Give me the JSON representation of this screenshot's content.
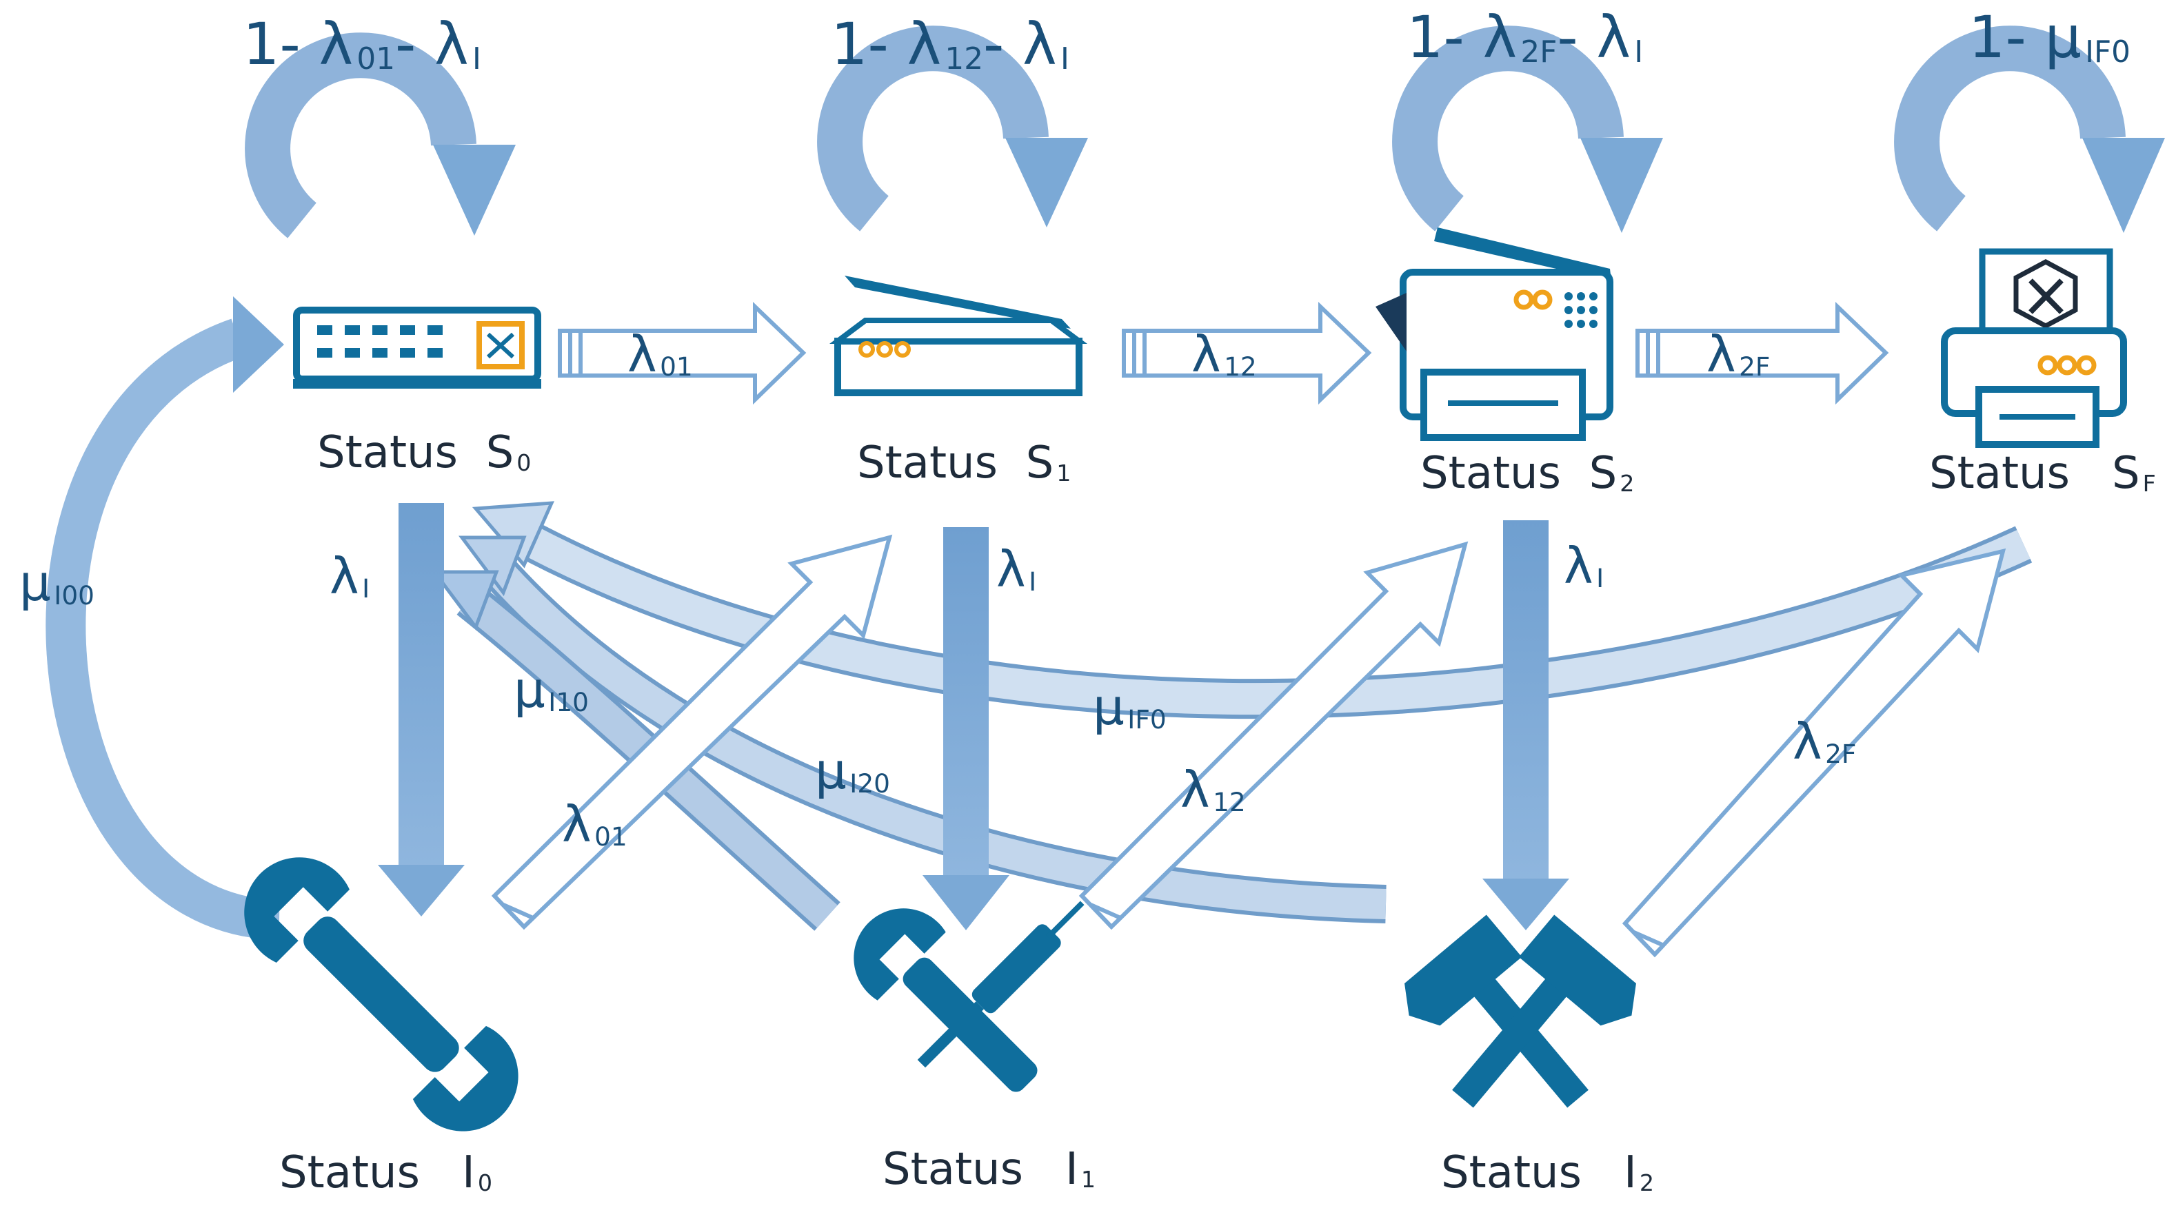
{
  "colors": {
    "primary": "#0f6e9d",
    "orange": "#f0a11a",
    "arrow_fill": "#7ba9d6",
    "arrow_light": "#dbe7f4",
    "arrow_stroke": "#6f9cc9",
    "text": "#1a4f79"
  },
  "states": [
    {
      "id": "S0",
      "label": "Status",
      "sym": "S",
      "sub": "0",
      "icon": "network-switch-icon"
    },
    {
      "id": "S1",
      "label": "Status",
      "sym": "S",
      "sub": "1",
      "icon": "scanner-icon"
    },
    {
      "id": "S2",
      "label": "Status",
      "sym": "S",
      "sub": "2",
      "icon": "copier-icon"
    },
    {
      "id": "SF",
      "label": "Status",
      "sym": "S",
      "sub": "F",
      "icon": "failed-printer-icon"
    },
    {
      "id": "I0",
      "label": "Status",
      "sym": "I",
      "sub": "0",
      "icon": "wrench-icon"
    },
    {
      "id": "I1",
      "label": "Status",
      "sym": "I",
      "sub": "1",
      "icon": "screwdriver-wrench-icon"
    },
    {
      "id": "I2",
      "label": "Status",
      "sym": "I",
      "sub": "2",
      "icon": "hammers-icon"
    }
  ],
  "self_loops": [
    {
      "state": "S0",
      "text": "1- λ",
      "sub1": "01",
      "mid": "- λ",
      "sub2": "I"
    },
    {
      "state": "S1",
      "text": "1- λ",
      "sub1": "12",
      "mid": "- λ",
      "sub2": "I"
    },
    {
      "state": "S2",
      "text": "1- λ",
      "sub1": "2F",
      "mid": "- λ",
      "sub2": "I"
    },
    {
      "state": "SF",
      "text": "1- μ",
      "sub1": "IF0",
      "mid": "",
      "sub2": ""
    }
  ],
  "transitions": [
    {
      "from": "S0",
      "to": "S1",
      "sym": "λ",
      "sub": "01"
    },
    {
      "from": "S1",
      "to": "S2",
      "sym": "λ",
      "sub": "12"
    },
    {
      "from": "S2",
      "to": "SF",
      "sym": "λ",
      "sub": "2F"
    },
    {
      "from": "S0",
      "to": "I0",
      "sym": "λ",
      "sub": "I"
    },
    {
      "from": "S1",
      "to": "I1",
      "sym": "λ",
      "sub": "I"
    },
    {
      "from": "S2",
      "to": "I2",
      "sym": "λ",
      "sub": "I"
    },
    {
      "from": "I0",
      "to": "S0",
      "sym": "μ",
      "sub": "I00"
    },
    {
      "from": "I1",
      "to": "S0",
      "sym": "μ",
      "sub": "I10"
    },
    {
      "from": "I2",
      "to": "S0",
      "sym": "μ",
      "sub": "I20"
    },
    {
      "from": "SF",
      "to": "S0",
      "sym": "μ",
      "sub": "IF0"
    },
    {
      "from": "I0",
      "to": "S1",
      "sym": "λ",
      "sub": "01"
    },
    {
      "from": "I1",
      "to": "S2",
      "sym": "λ",
      "sub": "12"
    },
    {
      "from": "I2",
      "to": "SF",
      "sym": "λ",
      "sub": "2F"
    }
  ]
}
